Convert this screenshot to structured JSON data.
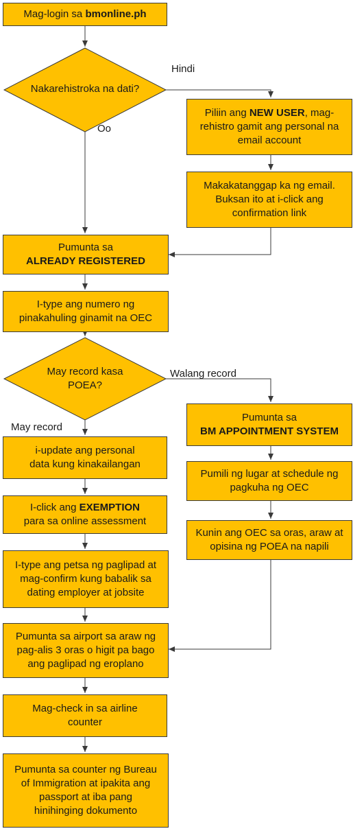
{
  "nodes": {
    "login": {
      "pre": "Mag-login sa ",
      "bold": "bmonline.ph",
      "post": ""
    },
    "registered_q": {
      "l1": "Nakarehistro",
      "l2": "ka na dati?"
    },
    "new_user": {
      "l1_pre": "Piliin ang ",
      "l1_bold": "NEW USER",
      "l1_post": ", mag-",
      "l2": "rehistro gamit ang personal na",
      "l3": "email account"
    },
    "email_confirm": {
      "l1": "Makakatanggap ka ng email.",
      "l2": "Buksan ito at i-click ang",
      "l3": "confirmation link"
    },
    "already_registered": {
      "l1": "Pumunta sa",
      "l2_bold": "ALREADY REGISTERED"
    },
    "type_oec": {
      "l1": "I-type ang numero ng",
      "l2": "pinakahuling ginamit na OEC"
    },
    "record_q": {
      "l1": "May record ka",
      "l2": "sa POEA?"
    },
    "bm_appointment": {
      "l1": "Pumunta sa",
      "l2_bold": "BM APPOINTMENT SYSTEM"
    },
    "choose_place": {
      "l1": "Pumili ng lugar at schedule ng",
      "l2": "pagkuha ng OEC"
    },
    "get_oec": {
      "l1": "Kunin ang OEC sa oras, araw at",
      "l2": "opisina ng POEA na napili"
    },
    "update_data": {
      "l1": "i-update ang personal",
      "l2": "data kung kinakailangan"
    },
    "exemption": {
      "l1_pre": "I-click ang ",
      "l1_bold": "EXEMPTION",
      "l2": "para sa online assessment"
    },
    "flight_date": {
      "l1": "I-type ang petsa ng paglipad at",
      "l2": "mag-confirm kung babalik sa",
      "l3": "dating employer at jobsite"
    },
    "airport": {
      "l1": "Pumunta sa airport sa araw ng",
      "l2": "pag-alis 3 oras o higit pa bago",
      "l3": "ang paglipad ng eroplano"
    },
    "checkin": {
      "l1": "Mag-check in sa airline",
      "l2": "counter"
    },
    "immigration": {
      "l1": "Pumunta sa counter ng Bureau",
      "l2": "of Immigration at ipakita ang",
      "l3": "passport at iba pang",
      "l4": "hinihinging dokumento"
    }
  },
  "edge_labels": {
    "hindi": "Hindi",
    "oo": "Oo",
    "walang_record": "Walang record",
    "may_record": "May record"
  },
  "colors": {
    "box_fill": "#FFC000",
    "box_border": "#3a3a3a",
    "line": "#3a3a3a"
  }
}
